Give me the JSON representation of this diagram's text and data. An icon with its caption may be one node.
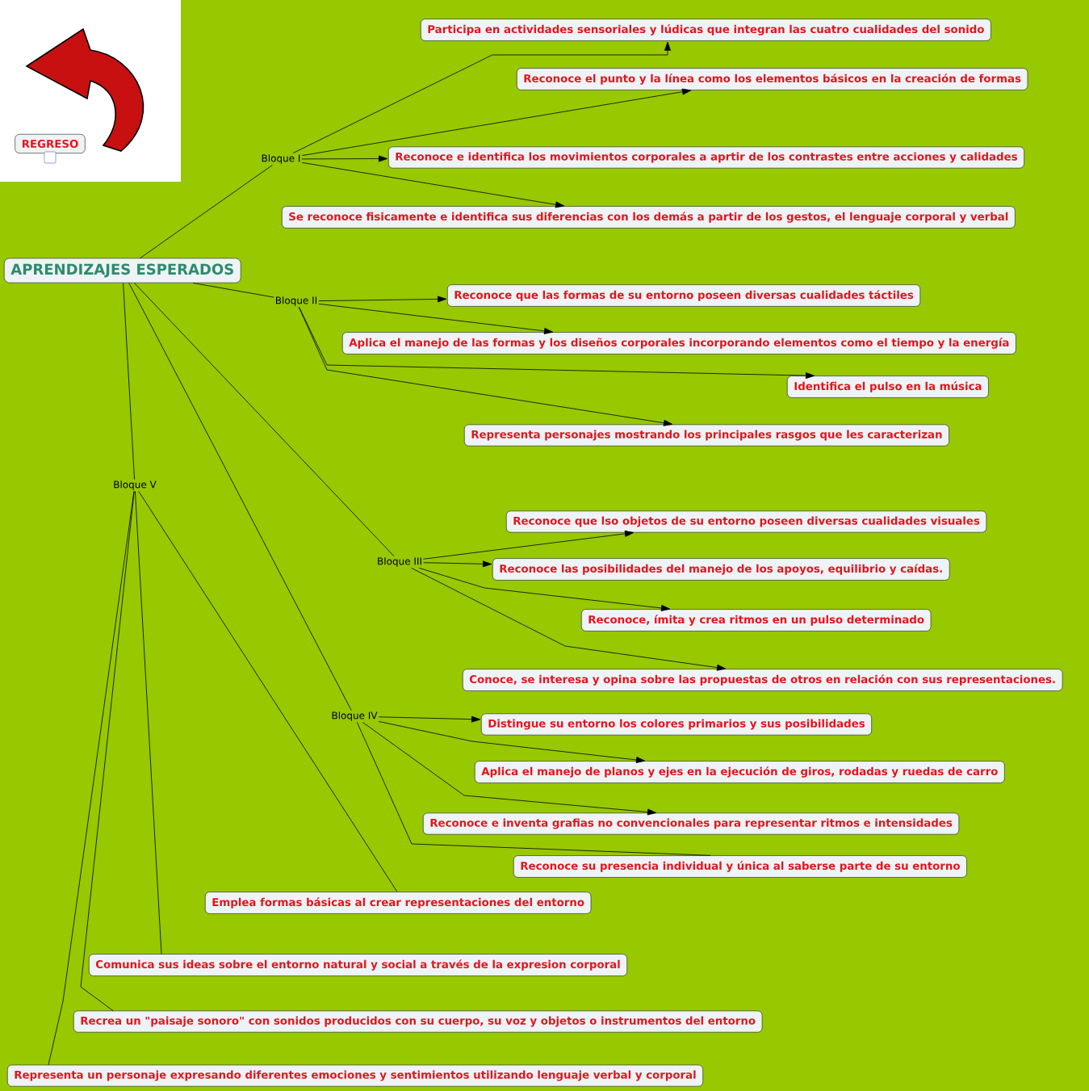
{
  "diagram": {
    "nodes": [
      {
        "text": [
          "REGRESO"
        ]
      },
      {
        "text": [
          "APRENDIZAJES ESPERADOS"
        ]
      },
      {
        "text": [
          "Bloque I"
        ]
      },
      {
        "text": [
          "Participa en actividades sensoriales y lúdicas que integran las cuatro cualidades del sonido"
        ]
      },
      {
        "text": [
          "Reconoce el punto y la línea como los elementos básicos en la creación de formas"
        ]
      },
      {
        "text": [
          "Reconoce e identifica los movimientos corporales a aprtir de los contrastes entre acciones y calidades"
        ]
      },
      {
        "text": [
          "Se reconoce fisicamente e identifica sus diferencias con los demás a partir de los gestos, el lenguaje corporal y verbal"
        ]
      },
      {
        "text": [
          "Bloque II"
        ]
      },
      {
        "text": [
          "Reconoce que las formas de su entorno poseen diversas cualidades táctiles"
        ]
      },
      {
        "text": [
          "Aplica el manejo de las formas y los diseños corporales incorporando elementos como el tiempo y la energía"
        ]
      },
      {
        "text": [
          "Identifica el pulso en la música"
        ]
      },
      {
        "text": [
          "Representa personajes mostrando los principales rasgos que les caracterizan"
        ]
      },
      {
        "text": [
          "Bloque III"
        ]
      },
      {
        "text": [
          "Reconoce que lso objetos de su entorno poseen diversas cualidades visuales"
        ]
      },
      {
        "text": [
          "Reconoce las posibilidades del manejo de los apoyos, equilibrio y caídas."
        ]
      },
      {
        "text": [
          "Reconoce, ímita y crea ritmos en un pulso determinado"
        ]
      },
      {
        "text": [
          "Conoce, se interesa y opina sobre las propuestas de otros en relación con sus representaciones."
        ]
      },
      {
        "text": [
          "Bloque IV"
        ]
      },
      {
        "text": [
          "Distingue su entorno los colores primarios y sus posibilidades"
        ]
      },
      {
        "text": [
          "Aplica el manejo de planos y ejes en la ejecución de giros, rodadas y ruedas de carro"
        ]
      },
      {
        "text": [
          "Reconoce e inventa grafias no convencionales para representar ritmos e intensidades"
        ]
      },
      {
        "text": [
          "Reconoce su presencia individual y única al saberse parte de su entorno"
        ]
      },
      {
        "text": [
          "Bloque V"
        ]
      },
      {
        "text": [
          "Emplea formas básicas al crear representaciones del entorno"
        ]
      },
      {
        "text": [
          "Comunica sus ideas sobre el entorno natural y social a través de la expresion corporal"
        ]
      },
      {
        "text": [
          "Recrea un \"paisaje sonoro\" con sonidos producidos con su cuerpo, su voz y objetos o instrumentos del entorno"
        ]
      },
      {
        "text": [
          "Representa un personaje expresando diferentes emociones y sentimientos utilizando lenguaje verbal y corporal"
        ]
      }
    ],
    "edges": [
      {
        "from": 1,
        "to": 2,
        "arrow": "none"
      },
      {
        "from": 1,
        "to": 7,
        "arrow": "none"
      },
      {
        "from": 1,
        "to": 12,
        "arrow": "none"
      },
      {
        "from": 1,
        "to": 17,
        "arrow": "none"
      },
      {
        "from": 1,
        "to": 22,
        "arrow": "none"
      },
      {
        "from": 2,
        "to": 3,
        "arrow": "to"
      },
      {
        "from": 2,
        "to": 4,
        "arrow": "to"
      },
      {
        "from": 2,
        "to": 5,
        "arrow": "to"
      },
      {
        "from": 2,
        "to": 6,
        "arrow": "to"
      },
      {
        "from": 7,
        "to": 8,
        "arrow": "to"
      },
      {
        "from": 7,
        "to": 9,
        "arrow": "to"
      },
      {
        "from": 7,
        "to": 10,
        "arrow": "to"
      },
      {
        "from": 7,
        "to": 11,
        "arrow": "to"
      },
      {
        "from": 12,
        "to": 13,
        "arrow": "to"
      },
      {
        "from": 12,
        "to": 14,
        "arrow": "to"
      },
      {
        "from": 12,
        "to": 15,
        "arrow": "to"
      },
      {
        "from": 12,
        "to": 16,
        "arrow": "to"
      },
      {
        "from": 17,
        "to": 18,
        "arrow": "to"
      },
      {
        "from": 17,
        "to": 19,
        "arrow": "to"
      },
      {
        "from": 17,
        "to": 20,
        "arrow": "to"
      },
      {
        "from": 17,
        "to": 21,
        "arrow": "none"
      },
      {
        "from": 22,
        "to": 23,
        "arrow": "none"
      },
      {
        "from": 22,
        "to": 24,
        "arrow": "none"
      },
      {
        "from": 22,
        "to": 25,
        "arrow": "none"
      },
      {
        "from": 22,
        "to": 26,
        "arrow": "none"
      }
    ]
  }
}
